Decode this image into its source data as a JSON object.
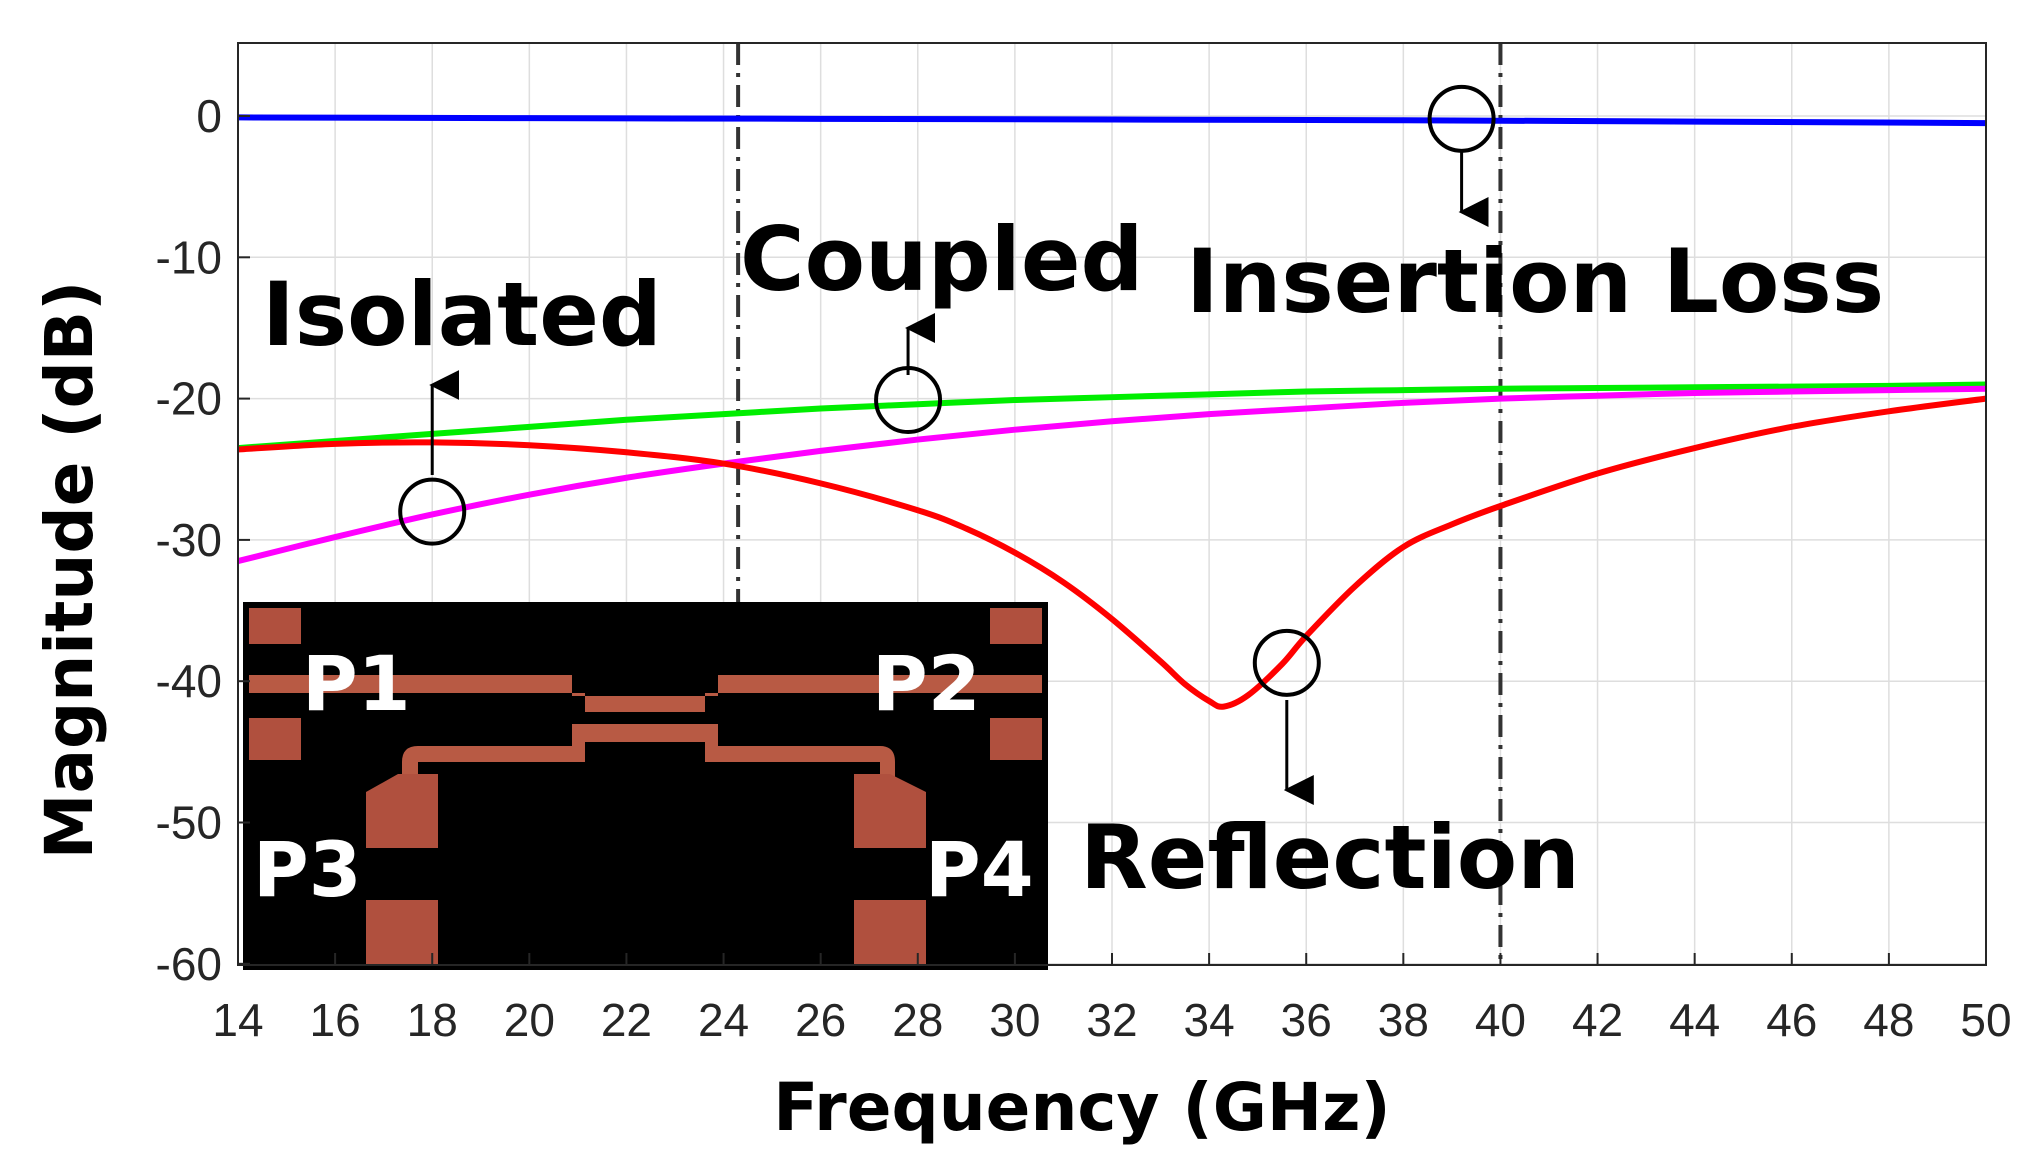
{
  "chart_data": {
    "type": "line",
    "xlabel": "Frequency (GHz)",
    "ylabel": "Magnitude (dB)",
    "xlim": [
      14,
      50
    ],
    "ylim": [
      -60,
      5
    ],
    "xticks": [
      14,
      16,
      18,
      20,
      22,
      24,
      26,
      28,
      30,
      32,
      34,
      36,
      38,
      40,
      42,
      44,
      46,
      48,
      50
    ],
    "yticks": [
      0,
      -10,
      -20,
      -30,
      -40,
      -50,
      -60
    ],
    "grid": true,
    "vlines": [
      24.3,
      40
    ],
    "series": [
      {
        "color": "#0000ff",
        "x": [
          14,
          20,
          26,
          32,
          38,
          44,
          50
        ],
        "y": [
          -0.1,
          -0.15,
          -0.2,
          -0.25,
          -0.3,
          -0.4,
          -0.5
        ]
      },
      {
        "color": "#00ee00",
        "x": [
          14,
          16,
          18,
          20,
          22,
          24,
          26,
          28,
          30,
          32,
          34,
          36,
          38,
          40,
          42,
          44,
          46,
          48,
          50
        ],
        "y": [
          -23.5,
          -23.0,
          -22.5,
          -22.0,
          -21.5,
          -21.1,
          -20.7,
          -20.4,
          -20.1,
          -19.9,
          -19.7,
          -19.5,
          -19.4,
          -19.3,
          -19.25,
          -19.2,
          -19.15,
          -19.1,
          -19.0
        ]
      },
      {
        "color": "#ff00ff",
        "x": [
          14,
          16,
          18,
          20,
          22,
          24,
          26,
          28,
          30,
          32,
          34,
          36,
          38,
          40,
          42,
          44,
          46,
          48,
          50
        ],
        "y": [
          -31.5,
          -29.8,
          -28.2,
          -26.8,
          -25.6,
          -24.6,
          -23.7,
          -22.9,
          -22.2,
          -21.6,
          -21.1,
          -20.7,
          -20.3,
          -20.0,
          -19.8,
          -19.6,
          -19.5,
          -19.4,
          -19.3
        ]
      },
      {
        "color": "#ff0000",
        "x": [
          14,
          16,
          18,
          20,
          22,
          24,
          26,
          28,
          29,
          30,
          31,
          32,
          33,
          33.5,
          34,
          34.3,
          34.8,
          35.5,
          36,
          37,
          38,
          39,
          40,
          42,
          44,
          46,
          48,
          50
        ],
        "y": [
          -23.6,
          -23.2,
          -23.1,
          -23.3,
          -23.8,
          -24.6,
          -26.0,
          -27.9,
          -29.2,
          -30.9,
          -33.0,
          -35.6,
          -38.6,
          -40.2,
          -41.4,
          -41.8,
          -41.0,
          -38.8,
          -36.8,
          -33.3,
          -30.5,
          -28.9,
          -27.6,
          -25.3,
          -23.5,
          -22.0,
          -20.9,
          -20.0
        ]
      }
    ],
    "annotations": [
      {
        "text": "Isolated",
        "marker_x": 18,
        "marker_y": -28
      },
      {
        "text": "Coupled",
        "marker_x": 27.8,
        "marker_y": -20.1
      },
      {
        "text": "Insertion Loss",
        "marker_x": 39.2,
        "marker_y": -0.2
      },
      {
        "text": "Reflection",
        "marker_x": 35.6,
        "marker_y": -38.7
      }
    ]
  },
  "inset": {
    "ports": [
      "P1",
      "P2",
      "P3",
      "P4"
    ],
    "background_color": "#000000",
    "trace_color": "#b85a44",
    "pad_color": "#b0503e"
  }
}
